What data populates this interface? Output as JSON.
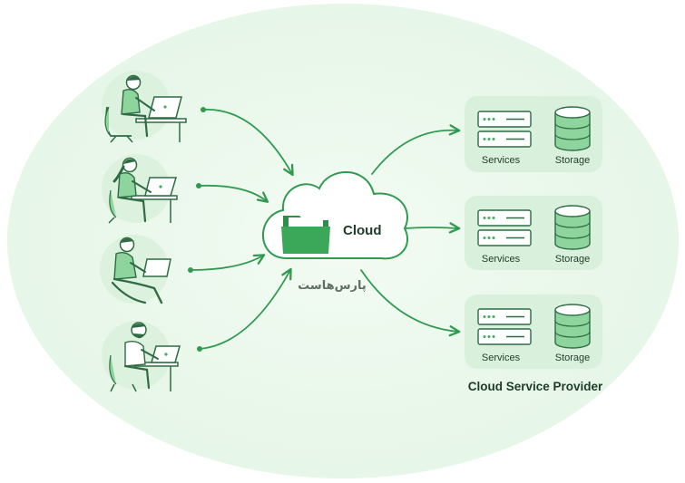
{
  "cloud": {
    "label": "Cloud",
    "folder_icon": "folder-icon"
  },
  "users": [
    {
      "icon": "person-at-desk-laptop-icon"
    },
    {
      "icon": "person-ponytail-laptop-icon"
    },
    {
      "icon": "person-sitting-laptop-icon"
    },
    {
      "icon": "person-bearded-laptop-icon"
    }
  ],
  "provider": {
    "title": "Cloud Service Provider",
    "units": [
      {
        "services_label": "Services",
        "storage_label": "Storage"
      },
      {
        "services_label": "Services",
        "storage_label": "Storage"
      },
      {
        "services_label": "Services",
        "storage_label": "Storage"
      }
    ]
  },
  "watermark": {
    "text": "پارس‌هاست"
  },
  "colors": {
    "background_ellipse": "#e9f8ea",
    "accent": "#3fae5f",
    "line": "#2f9a50",
    "panel": "#dff3e2",
    "folder": "#3aa858"
  }
}
